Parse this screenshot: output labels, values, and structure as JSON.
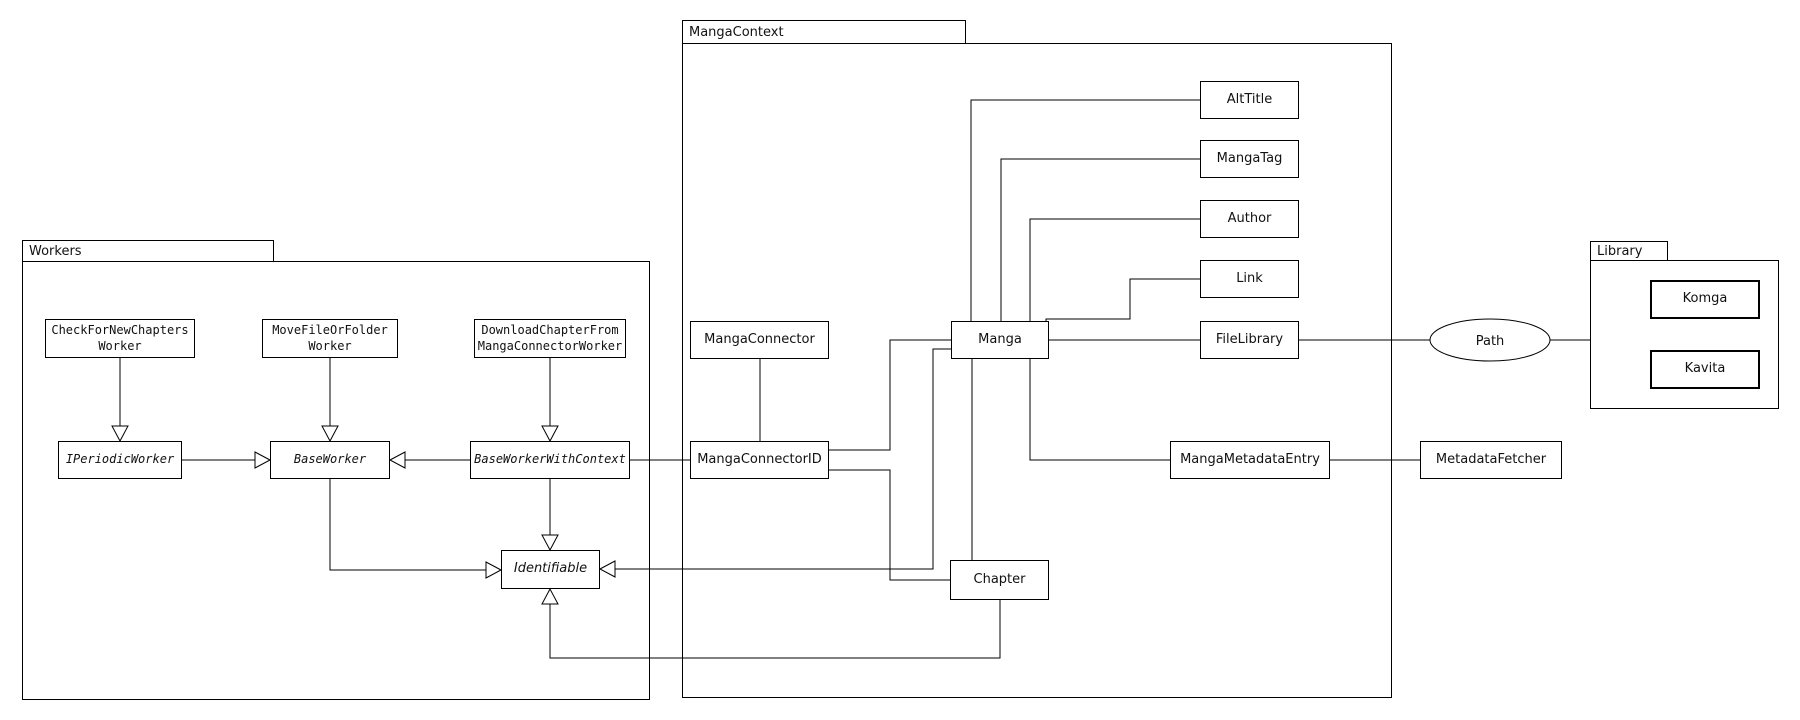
{
  "packages": {
    "workers": {
      "label": "Workers"
    },
    "manga_context": {
      "label": "MangaContext"
    },
    "library": {
      "label": "Library"
    }
  },
  "classes": {
    "check_for_new_chapters_worker": {
      "line1": "CheckForNewChapters",
      "line2": "Worker"
    },
    "move_file_or_folder_worker": {
      "line1": "MoveFileOrFolder",
      "line2": "Worker"
    },
    "download_chapter_from_manga_connector_worker": {
      "line1": "DownloadChapterFrom",
      "line2": "MangaConnectorWorker"
    },
    "i_periodic_worker": {
      "label": "IPeriodicWorker",
      "abstract": true
    },
    "base_worker": {
      "label": "BaseWorker",
      "abstract": true
    },
    "base_worker_with_context": {
      "label": "BaseWorkerWithContext",
      "abstract": true
    },
    "identifiable": {
      "label": "Identifiable",
      "abstract": true
    },
    "manga_connector": {
      "label": "MangaConnector"
    },
    "manga_connector_id": {
      "label": "MangaConnectorID"
    },
    "manga": {
      "label": "Manga"
    },
    "chapter": {
      "label": "Chapter"
    },
    "alt_title": {
      "label": "AltTitle"
    },
    "manga_tag": {
      "label": "MangaTag"
    },
    "author": {
      "label": "Author"
    },
    "link": {
      "label": "Link"
    },
    "file_library": {
      "label": "FileLibrary"
    },
    "manga_metadata_entry": {
      "label": "MangaMetadataEntry"
    },
    "metadata_fetcher": {
      "label": "MetadataFetcher"
    },
    "komga": {
      "label": "Komga"
    },
    "kavita": {
      "label": "Kavita"
    },
    "path": {
      "label": "Path"
    }
  },
  "relations": [
    {
      "from": "CheckForNewChaptersWorker",
      "to": "IPeriodicWorker",
      "type": "inheritance"
    },
    {
      "from": "MoveFileOrFolderWorker",
      "to": "BaseWorker",
      "type": "inheritance"
    },
    {
      "from": "DownloadChapterFromMangaConnectorWorker",
      "to": "BaseWorkerWithContext",
      "type": "inheritance"
    },
    {
      "from": "IPeriodicWorker",
      "to": "BaseWorker",
      "type": "inheritance"
    },
    {
      "from": "BaseWorkerWithContext",
      "to": "BaseWorker",
      "type": "inheritance"
    },
    {
      "from": "BaseWorker",
      "to": "Identifiable",
      "type": "inheritance"
    },
    {
      "from": "BaseWorkerWithContext",
      "to": "Identifiable",
      "type": "inheritance"
    },
    {
      "from": "Manga",
      "to": "Identifiable",
      "type": "inheritance"
    },
    {
      "from": "Chapter",
      "to": "Identifiable",
      "type": "inheritance"
    },
    {
      "from": "BaseWorkerWithContext",
      "to": "MangaConnectorID",
      "type": "association"
    },
    {
      "from": "MangaConnector",
      "to": "MangaConnectorID",
      "type": "association"
    },
    {
      "from": "MangaConnectorID",
      "to": "Manga",
      "type": "association"
    },
    {
      "from": "MangaConnectorID",
      "to": "Chapter",
      "type": "association"
    },
    {
      "from": "Manga",
      "to": "AltTitle",
      "type": "association"
    },
    {
      "from": "Manga",
      "to": "MangaTag",
      "type": "association"
    },
    {
      "from": "Manga",
      "to": "Author",
      "type": "association"
    },
    {
      "from": "Manga",
      "to": "Link",
      "type": "association"
    },
    {
      "from": "Manga",
      "to": "FileLibrary",
      "type": "association"
    },
    {
      "from": "Manga",
      "to": "Chapter",
      "type": "association"
    },
    {
      "from": "Manga",
      "to": "MangaMetadataEntry",
      "type": "association"
    },
    {
      "from": "MangaMetadataEntry",
      "to": "MetadataFetcher",
      "type": "association"
    },
    {
      "from": "FileLibrary",
      "to": "Path",
      "type": "association"
    },
    {
      "from": "Path",
      "to": "Library",
      "type": "association"
    }
  ],
  "colors": {
    "line": "#000000",
    "node_fill": "#ffffff",
    "background": "#ffffff"
  }
}
